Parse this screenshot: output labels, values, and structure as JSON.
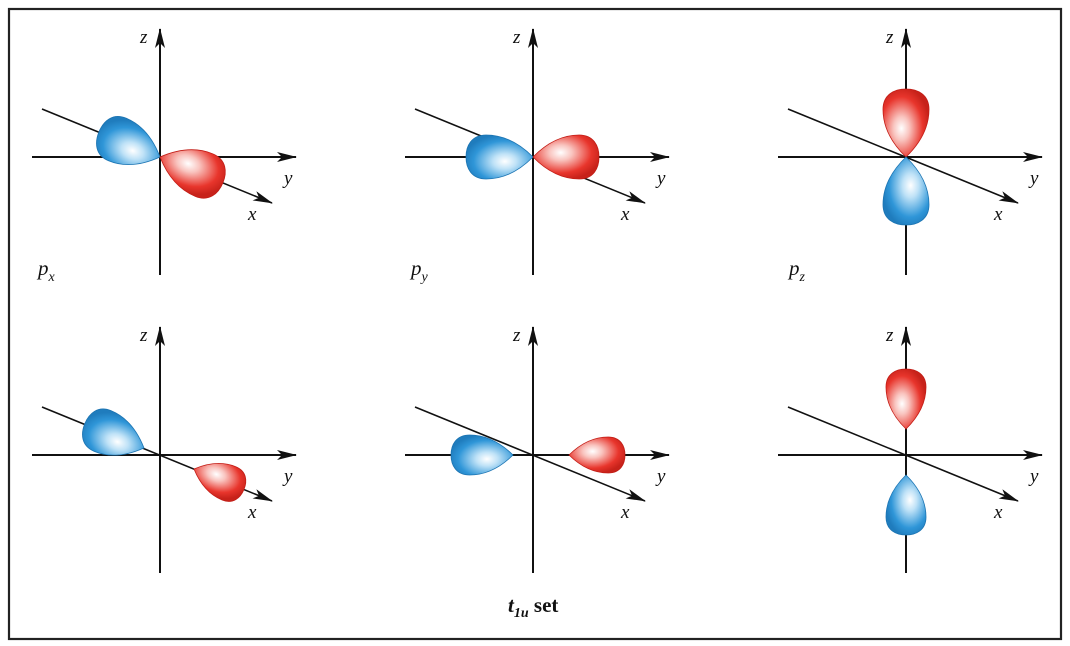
{
  "colors": {
    "positive_lobe": "#e8352c",
    "negative_lobe": "#2f96d8",
    "axis": "#111111",
    "frame": "#222222"
  },
  "axis_labels": {
    "x": "x",
    "y": "y",
    "z": "z"
  },
  "orbitals": [
    {
      "label": "p",
      "subscript": "x"
    },
    {
      "label": "p",
      "subscript": "y"
    },
    {
      "label": "p",
      "subscript": "z"
    }
  ],
  "caption": {
    "main": "t",
    "subscript": "1u",
    "suffix": " set"
  }
}
